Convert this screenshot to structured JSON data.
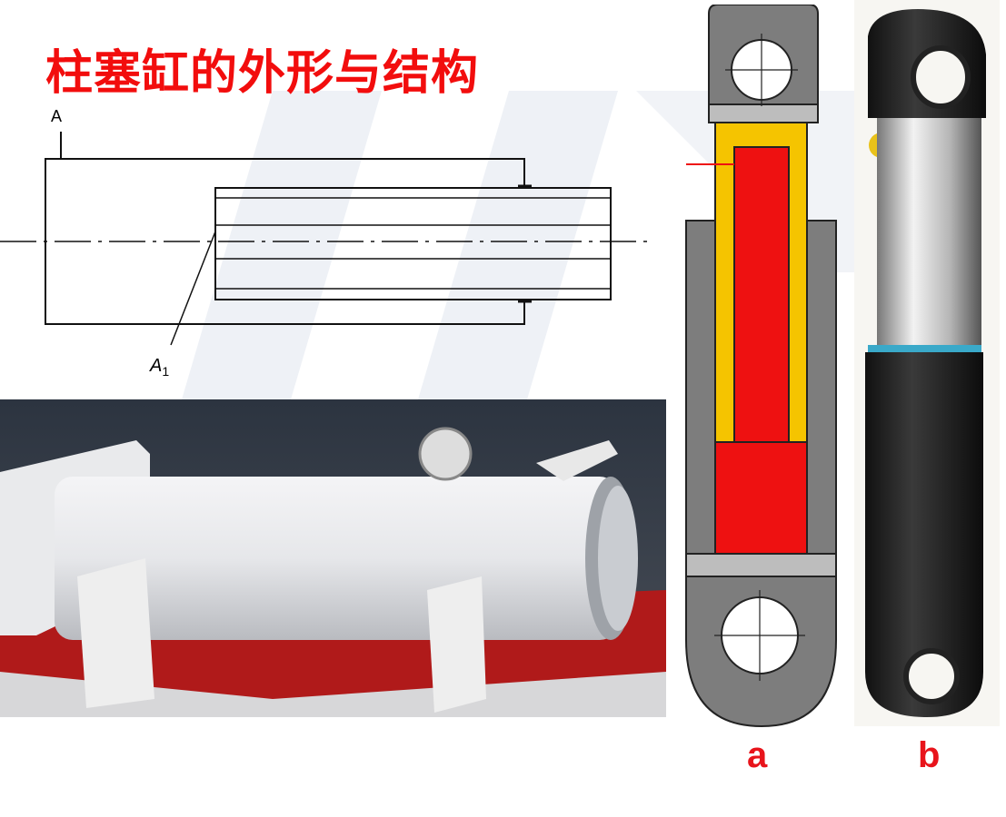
{
  "title": "柱塞缸的外形与结构",
  "drawing": {
    "label_a": "A",
    "label_a1_main": "A",
    "label_a1_sub": "1"
  },
  "captions": {
    "a": "a",
    "b": "b"
  },
  "colors": {
    "title": "#f20d0d",
    "body_gray": "#777777",
    "rod_yellow": "#f5c400",
    "plunger_red": "#ee1111",
    "caption": "#e8141b"
  }
}
